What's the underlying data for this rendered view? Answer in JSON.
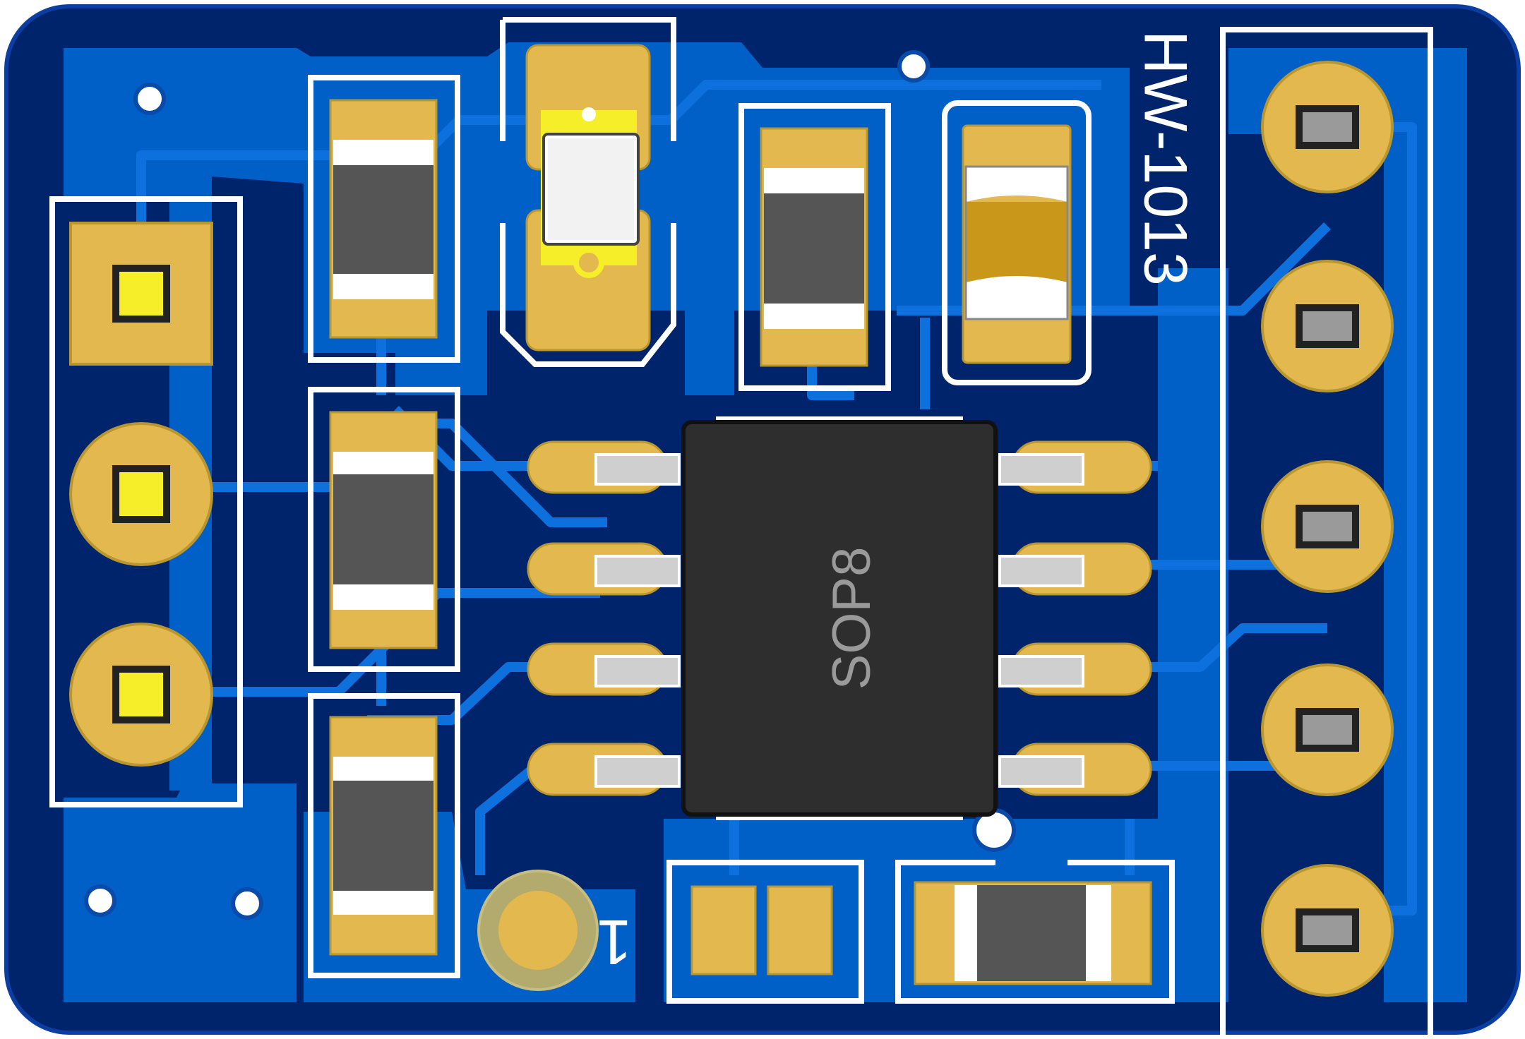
{
  "board": {
    "name": "HW-1013",
    "ic_label": "SOP8",
    "pin1_marker": "1"
  },
  "colors": {
    "outline": "#0b3ea0",
    "board_base": "#00246b",
    "copper_pour": "#0060c8",
    "trace": "#0d70dc",
    "pad_gold": "#e2b84f",
    "pad_gold_dark": "#b9962e",
    "silkscreen": "#ffffff",
    "resistor_body": "#555555",
    "ic_body": "#2e2e2e",
    "pin_square": "#f7ee2a",
    "cap_body": "#c9981a",
    "hole": "#4a4a4a"
  },
  "components": {
    "left_header_pins": 3,
    "right_header_pins": 5,
    "resistors": 5,
    "capacitors": 1,
    "led": 1,
    "ic_pins": 8,
    "jumper_pads": 2,
    "test_point": 1,
    "vias": 5
  }
}
